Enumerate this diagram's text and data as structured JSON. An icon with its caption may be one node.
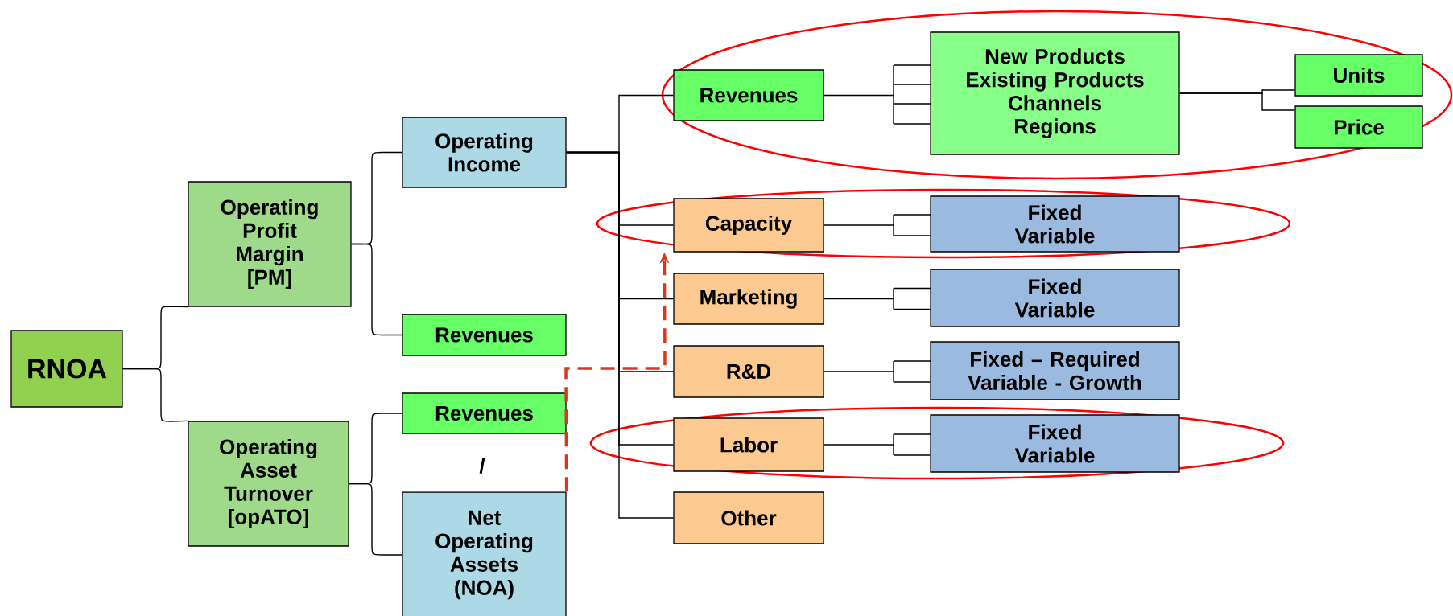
{
  "diagram": {
    "nodes": [
      {
        "text": [
          "RNOA"
        ]
      },
      {
        "text": [
          "Operating Profit Margin [PM]"
        ]
      },
      {
        "text": [
          "Operating Income"
        ]
      },
      {
        "text": [
          "Revenues"
        ]
      },
      {
        "text": [
          "Operating Asset Turnover [opATO]"
        ]
      },
      {
        "text": [
          "Revenues"
        ]
      },
      {
        "text": [
          "Net Operating Assets (NOA)"
        ]
      },
      {
        "text": [
          "Revenues"
        ]
      },
      {
        "text": [
          "New Products Existing Products Channels Regions"
        ]
      },
      {
        "text": [
          "Units"
        ]
      },
      {
        "text": [
          "Price"
        ]
      },
      {
        "text": [
          "Capacity"
        ]
      },
      {
        "text": [
          "Fixed Variable"
        ]
      },
      {
        "text": [
          "Marketing"
        ]
      },
      {
        "text": [
          "Fixed Variable"
        ]
      },
      {
        "text": [
          "R&D"
        ]
      },
      {
        "text": [
          "Fixed – Required Variable - Growth"
        ]
      },
      {
        "text": [
          "Labor"
        ]
      },
      {
        "text": [
          "Fixed Variable"
        ]
      },
      {
        "text": [
          "Other"
        ]
      }
    ],
    "edges": [
      {
        "from": 0,
        "to": 1,
        "arrow": "none"
      },
      {
        "from": 0,
        "to": 4,
        "arrow": "none"
      },
      {
        "from": 1,
        "to": 2,
        "arrow": "none"
      },
      {
        "from": 1,
        "to": 3,
        "arrow": "none"
      },
      {
        "from": 4,
        "to": 5,
        "arrow": "none"
      },
      {
        "from": 4,
        "to": 6,
        "arrow": "none"
      },
      {
        "from": 2,
        "to": 7,
        "arrow": "none"
      },
      {
        "from": 2,
        "to": 11,
        "arrow": "none"
      },
      {
        "from": 2,
        "to": 13,
        "arrow": "none"
      },
      {
        "from": 2,
        "to": 15,
        "arrow": "none"
      },
      {
        "from": 2,
        "to": 17,
        "arrow": "none"
      },
      {
        "from": 2,
        "to": 19,
        "arrow": "none"
      },
      {
        "from": 7,
        "to": 8,
        "arrow": "none"
      },
      {
        "from": 8,
        "to": 9,
        "arrow": "none"
      },
      {
        "from": 8,
        "to": 10,
        "arrow": "none"
      },
      {
        "from": 11,
        "to": 12,
        "arrow": "none"
      },
      {
        "from": 13,
        "to": 14,
        "arrow": "none"
      },
      {
        "from": 15,
        "to": 16,
        "arrow": "none"
      },
      {
        "from": 17,
        "to": 18,
        "arrow": "none"
      },
      {
        "from": 6,
        "to": 11,
        "arrow": "to",
        "style": "dashed",
        "color": "#d9381e"
      }
    ],
    "labels": [
      "/"
    ]
  }
}
